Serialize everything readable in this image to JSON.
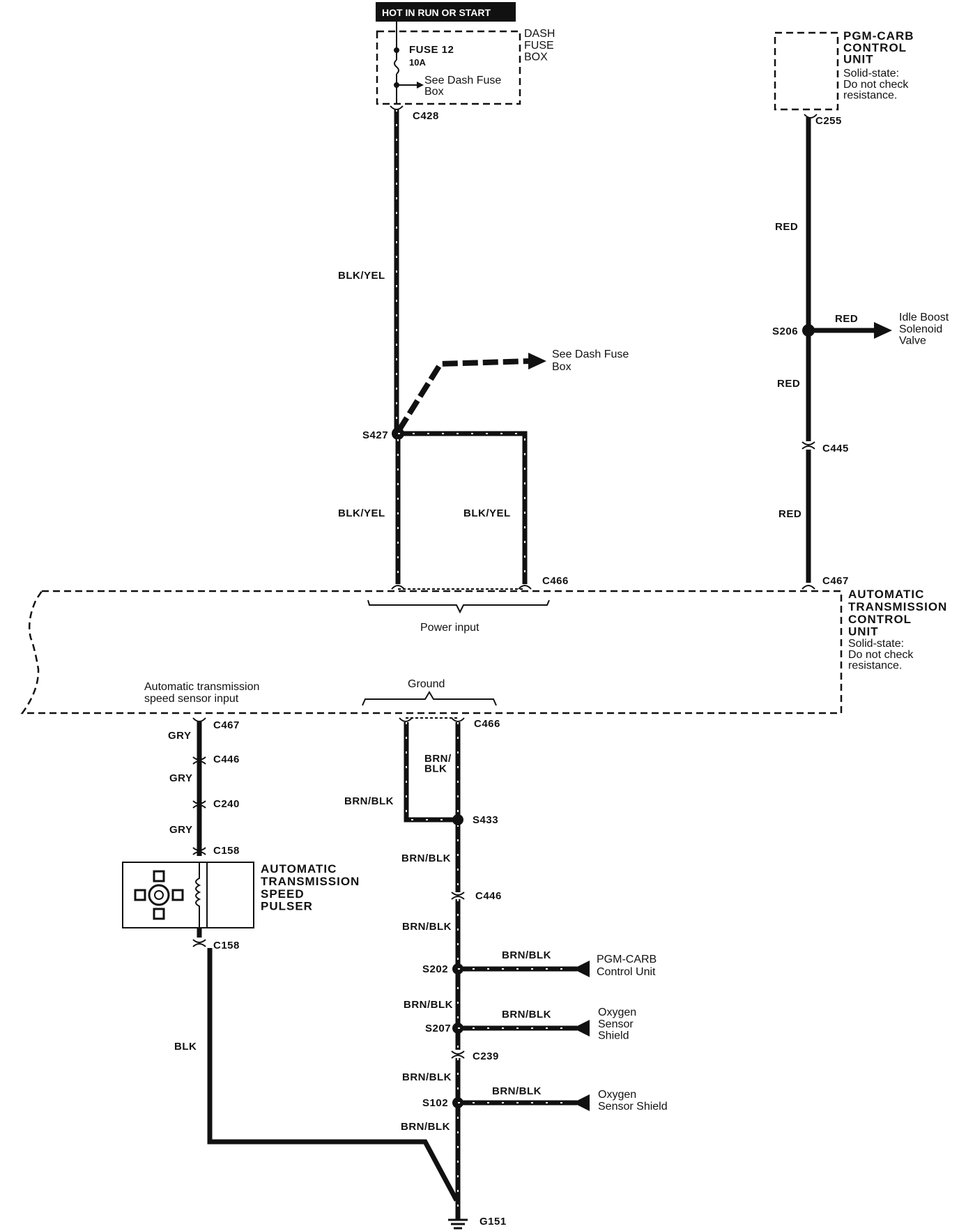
{
  "header": {
    "power_label": "HOT IN RUN OR START"
  },
  "dash_fuse_box": {
    "title": "DASH\nFUSE\nBOX",
    "fuse_name": "FUSE 12",
    "fuse_rating": "10A",
    "see_note": "See Dash Fuse\nBox"
  },
  "pgm_carb_unit": {
    "title": "PGM-CARB\nCONTROL\nUNIT",
    "note": "Solid-state:\nDo not check\nresistance."
  },
  "atcu": {
    "title": "AUTOMATIC\nTRANSMISSION\nCONTROL\nUNIT",
    "note": "Solid-state:\nDo not check\nresistance.",
    "power_input_label": "Power input",
    "ground_label": "Ground",
    "speed_input_label": "Automatic transmission\nspeed sensor input"
  },
  "pulser": {
    "title": "AUTOMATIC\nTRANSMISSION\nSPEED\nPULSER"
  },
  "connectors": {
    "c428": "C428",
    "c255": "C255",
    "c445": "C445",
    "c466_top": "C466",
    "c467_top": "C467",
    "c467_bottom": "C467",
    "c466_bottom": "C466",
    "c446_left": "C446",
    "c240": "C240",
    "c158_top": "C158",
    "c158_bottom": "C158",
    "c446_mid": "C446",
    "c239": "C239"
  },
  "splices": {
    "s427": "S427",
    "s206": "S206",
    "s433": "S433",
    "s202": "S202",
    "s207": "S207",
    "s102": "S102"
  },
  "ground": {
    "g151": "G151"
  },
  "wire_colors": {
    "blk_yel_1": "BLK/YEL",
    "blk_yel_2": "BLK/YEL",
    "blk_yel_3": "BLK/YEL",
    "red_1": "RED",
    "red_2": "RED",
    "red_3": "RED",
    "red_4": "RED",
    "gry_1": "GRY",
    "gry_2": "GRY",
    "gry_3": "GRY",
    "blk": "BLK",
    "brn_blk_split": "BRN/\nBLK",
    "brn_blk_1": "BRN/BLK",
    "brn_blk_2": "BRN/BLK",
    "brn_blk_3": "BRN/BLK",
    "brn_blk_4": "BRN/BLK",
    "brn_blk_5": "BRN/BLK",
    "brn_blk_6": "BRN/BLK",
    "brn_blk_s202": "BRN/BLK",
    "brn_blk_s207": "BRN/BLK",
    "brn_blk_s102": "BRN/BLK"
  },
  "destinations": {
    "see_dash_fuse_box": "See Dash Fuse\nBox",
    "idle_boost": "Idle Boost\nSolenoid\nValve",
    "pgm_carb": "PGM-CARB\nControl Unit",
    "oxygen_1": "Oxygen\nSensor\nShield",
    "oxygen_2": "Oxygen\nSensor Shield"
  }
}
